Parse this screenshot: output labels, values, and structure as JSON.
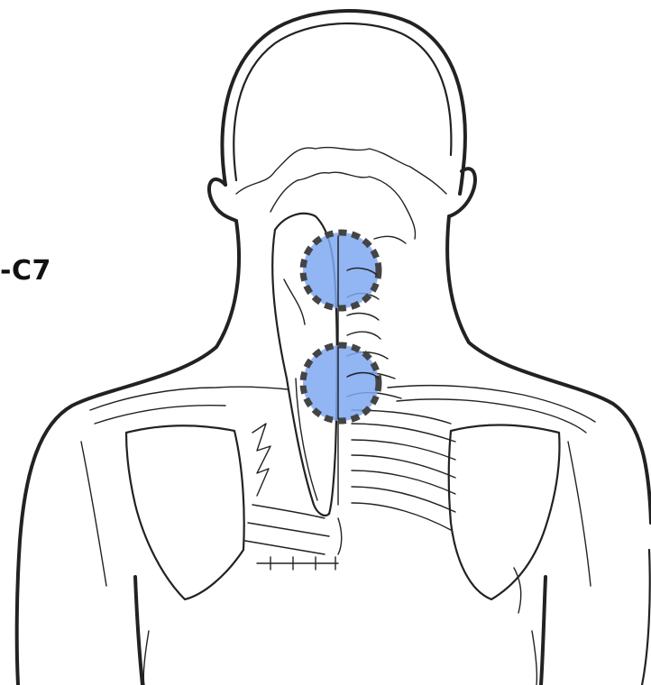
{
  "label": "-C7",
  "colors": {
    "highlight_fill": "#7fa8f2",
    "highlight_border": "#444444",
    "line": "#222222",
    "background": "#ffffff"
  },
  "highlights": [
    {
      "name": "upper-cervical-pain-area"
    },
    {
      "name": "lower-cervical-pain-area"
    }
  ]
}
